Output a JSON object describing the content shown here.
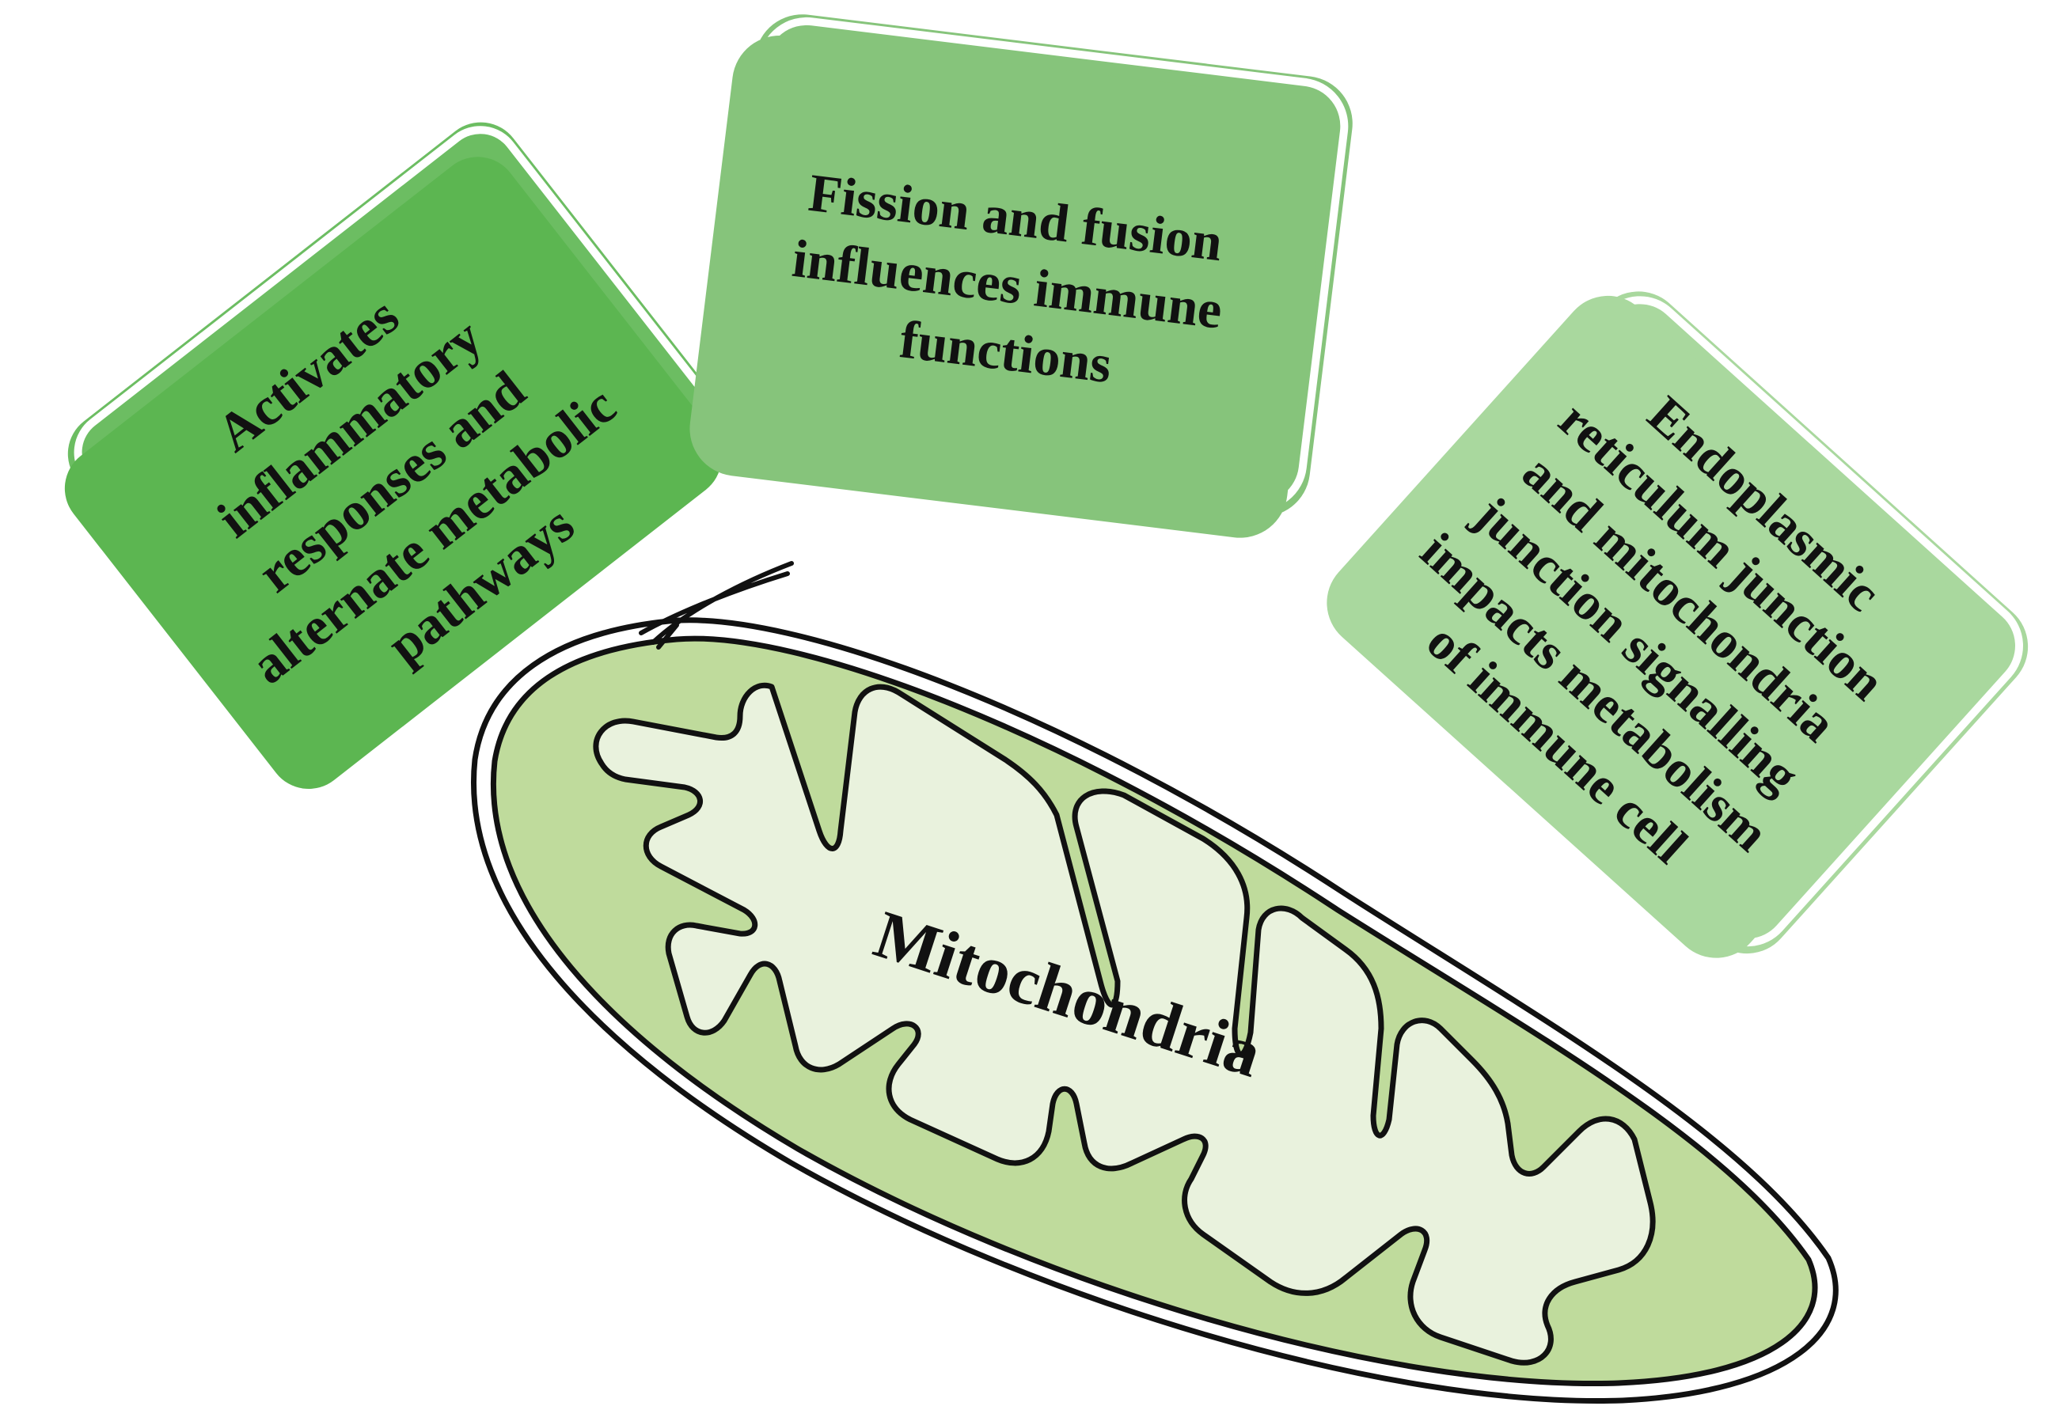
{
  "diagram": {
    "center_label": "Mitochondria",
    "cards": [
      {
        "id": "left",
        "lines": [
          "Activates",
          "inflammatory",
          "responses and",
          "alternate metabolic",
          "pathways"
        ],
        "color": "#5cb651"
      },
      {
        "id": "middle",
        "lines": [
          "Fission and fusion",
          "influences immune",
          "functions"
        ],
        "color": "#86c47b"
      },
      {
        "id": "right",
        "lines": [
          "Endoplasmic",
          "reticulum junction",
          "and mitochondria",
          "junction signalling",
          "impacts metabolism",
          "of immune cell"
        ],
        "color": "#a9d89e"
      }
    ],
    "colors": {
      "outer_membrane": "#bfdb9c",
      "matrix": "#e9f2dd",
      "outline": "#111111"
    }
  }
}
